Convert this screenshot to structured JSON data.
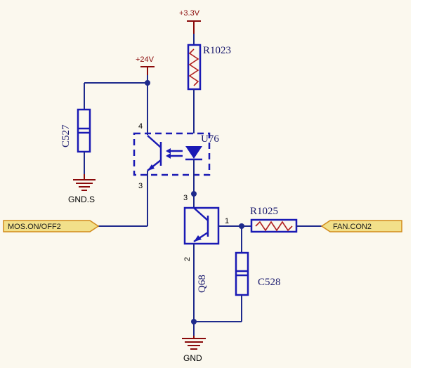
{
  "power_labels": {
    "v33": "+3.3V",
    "v24": "+24V"
  },
  "ground_labels": {
    "gnd_s": "GND.S",
    "gnd": "GND"
  },
  "components": {
    "r1023": "R1023",
    "r1025": "R1025",
    "c527": "C527",
    "c528": "C528",
    "u76": "U76",
    "q68": "Q68"
  },
  "pins": {
    "u76_pin4": "4",
    "u76_pin3": "3",
    "q68_pin3": "3",
    "q68_pin2": "2",
    "q68_pin1": "1"
  },
  "net_ports": {
    "mos_on_off": "MOS.ON/OFF2",
    "fan_con": "FAN.CON2"
  },
  "colors": {
    "wire": "#1e2a8c",
    "component": "#1a1ab4",
    "power": "#8a0a0a",
    "resistor_zigzag": "#b02020",
    "port_fill": "#f2e08a",
    "port_border": "#d18a1a",
    "paper": "#fbf8ee"
  }
}
